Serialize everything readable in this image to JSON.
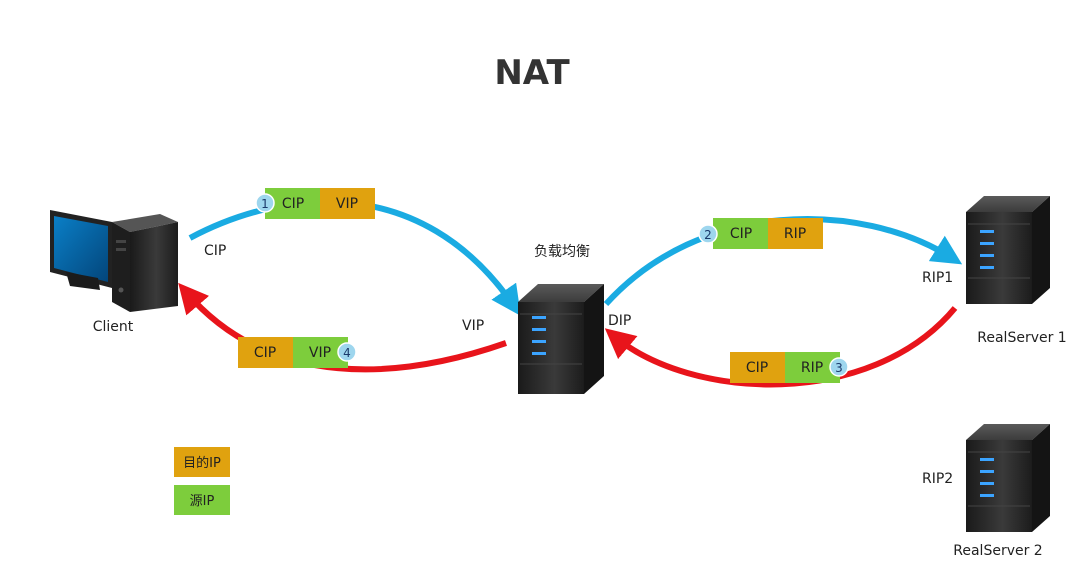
{
  "title": "NAT",
  "colors": {
    "request_arrow": "#1aabe2",
    "response_arrow": "#e8141b",
    "dest_ip": "#e0a20f",
    "src_ip": "#7dcd3c",
    "step_circle": "#9ed6ee",
    "server_body": "#2b2b2b",
    "server_led": "#3ba4ff"
  },
  "nodes": {
    "client": {
      "label": "Client",
      "ip_label": "CIP"
    },
    "load_balancer": {
      "label": "负载均衡",
      "vip_label": "VIP",
      "dip_label": "DIP"
    },
    "realserver1": {
      "label": "RealServer 1",
      "ip_label": "RIP1"
    },
    "realserver2": {
      "label": "RealServer 2",
      "ip_label": "RIP2"
    }
  },
  "packets": [
    {
      "step": "1",
      "left": "CIP",
      "right": "VIP"
    },
    {
      "step": "2",
      "left": "CIP",
      "right": "RIP"
    },
    {
      "step": "3",
      "left": "CIP",
      "right": "RIP"
    },
    {
      "step": "4",
      "left": "CIP",
      "right": "VIP"
    }
  ],
  "legend": {
    "dest": "目的IP",
    "src": "源IP"
  }
}
